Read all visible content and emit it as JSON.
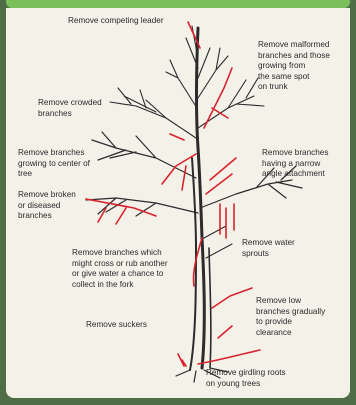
{
  "labels": {
    "competing_leader": "Remove competing leader",
    "malformed": "Remove malformed\nbranches and those\ngrowing from\nthe same spot\non trunk",
    "crowded": "Remove crowded\nbranches",
    "center": "Remove branches\ngrowing to center of\ntree",
    "narrow_angle": "Remove branches\nhaving a narrow\nangle attachment",
    "broken": "Remove broken\nor diseased\nbranches",
    "water_sprouts": "Remove water\nsprouts",
    "cross_rub": "Remove branches which\nmight cross or rub another\nor give water a chance to\ncollect in the fork",
    "low_branches": "Remove low\nbranches gradually\nto provide\nclearance",
    "suckers": "Remove suckers",
    "girdling": "Remove girdling roots\non young trees"
  },
  "colors": {
    "frame": "#4f6d47",
    "band": "#7bbf5a",
    "paper": "#f4f1e9",
    "branch": "#2b2b2b",
    "remove": "#d9232e"
  }
}
